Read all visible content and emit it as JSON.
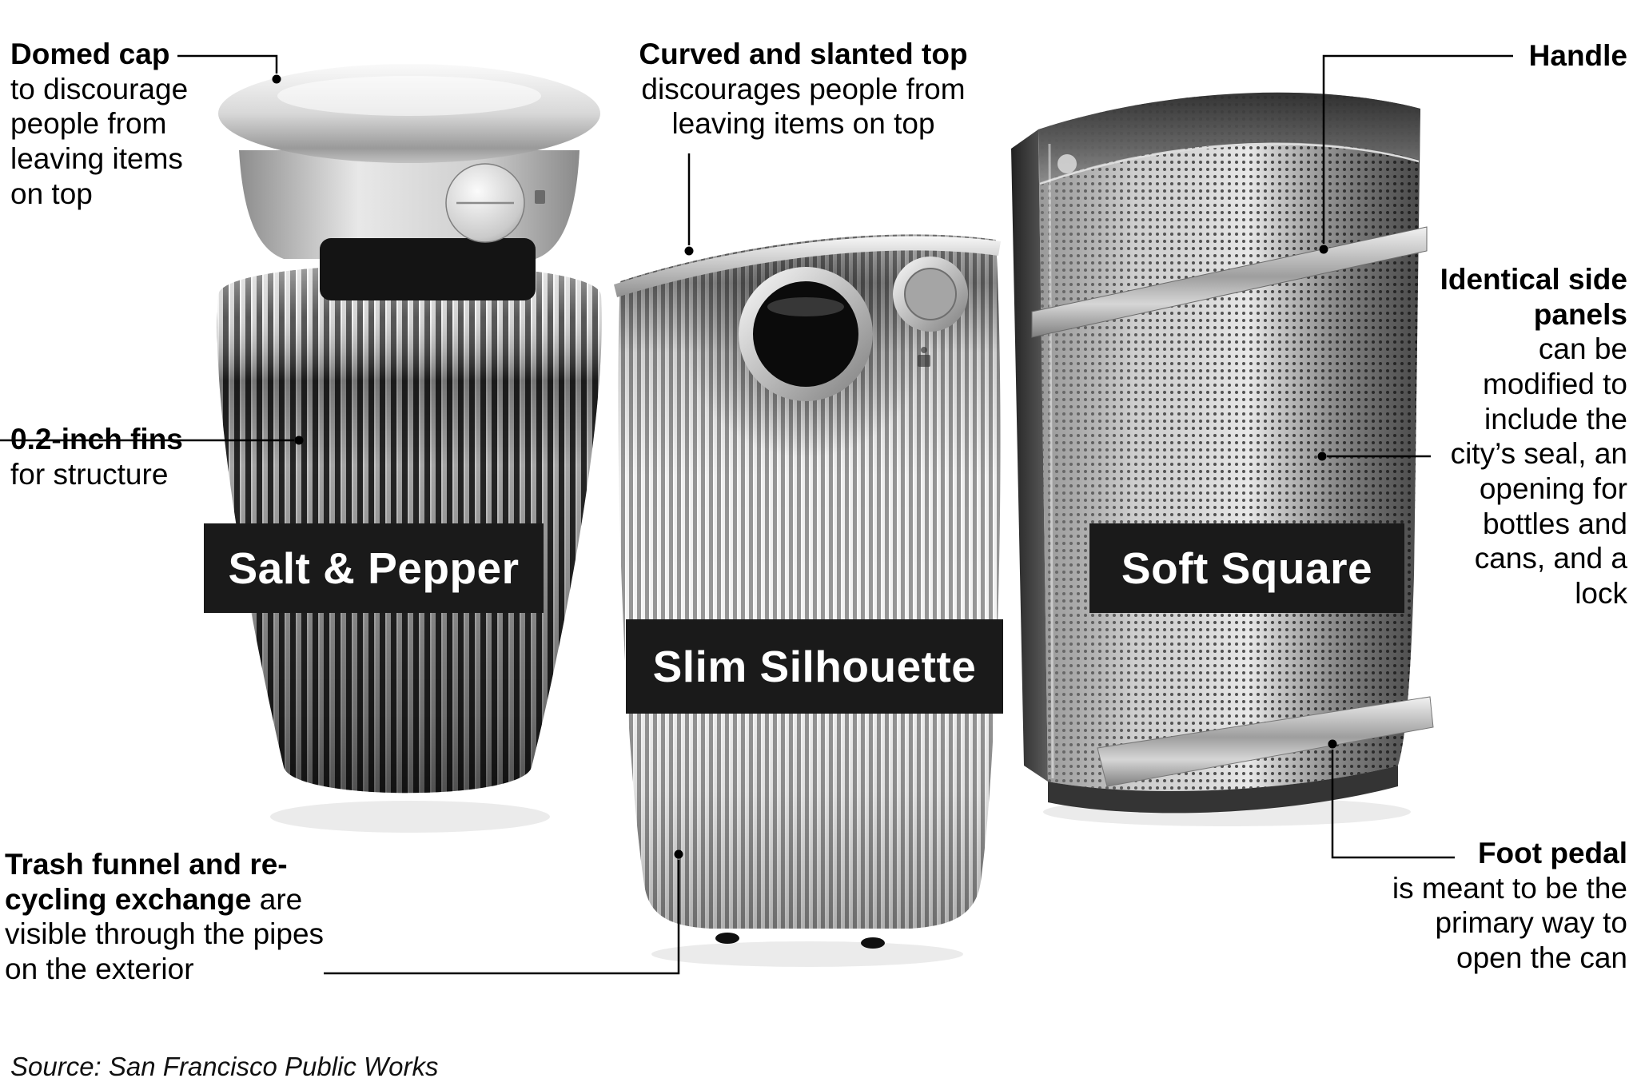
{
  "title_labels": {
    "can1": "Salt & Pepper",
    "can2": "Slim Silhouette",
    "can3": "Soft Square"
  },
  "annotations": {
    "domed_cap": {
      "title": "Domed cap",
      "body": "to discourage people from leaving items on top"
    },
    "fins": {
      "title": "0.2-inch fins",
      "body": "for structure"
    },
    "trash_funnel": {
      "title": "Trash funnel and re-cycling exchange",
      "body": "are visible through the pipes on the exterior"
    },
    "curved_top": {
      "title": "Curved and slanted top",
      "body": "discourages people from leaving items on top"
    },
    "handle": {
      "title": "Handle",
      "body": ""
    },
    "side_panels": {
      "title": "Identical side panels",
      "body": "can be modified to include the city’s seal, an opening for bottles and cans, and a lock"
    },
    "foot_pedal": {
      "title": "Foot pedal",
      "body": "is meant to be the primary way to open the can"
    }
  },
  "source": "Source: San Francisco Public Works",
  "colors": {
    "label_bg": "#1a1a1a",
    "label_text": "#ffffff",
    "annotation_text": "#000000",
    "callout_line": "#000000",
    "metal_light": "#e8e8e8",
    "metal_dark": "#2d2d2d"
  }
}
